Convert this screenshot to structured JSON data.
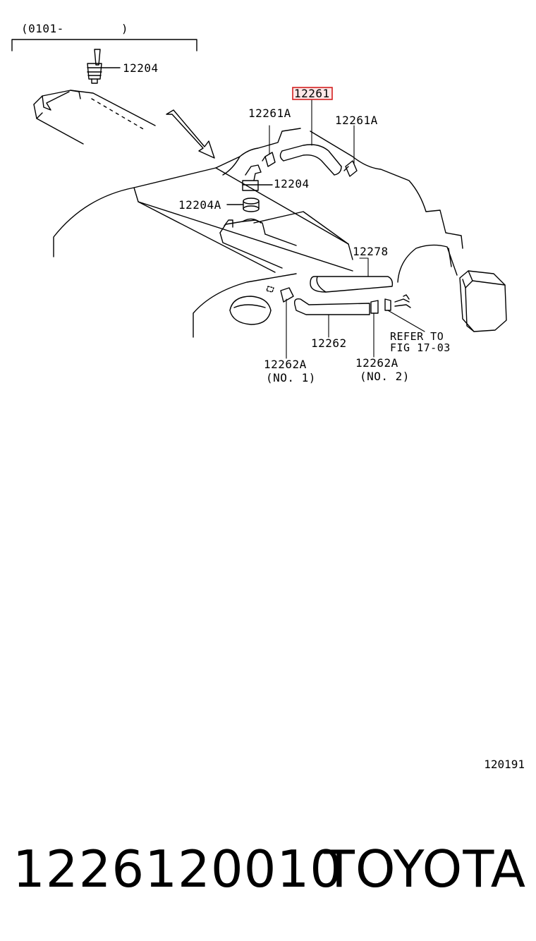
{
  "diagram": {
    "date_range": "(0101-        )",
    "labels": {
      "p12204_top": "12204",
      "p12261": "12261",
      "p12261A_left": "12261A",
      "p12261A_right": "12261A",
      "p12204_mid": "12204",
      "p12204A": "12204A",
      "p12278": "12278",
      "p12262": "12262",
      "p12262A_1": "12262A",
      "p12262A_1_note": "(NO. 1)",
      "p12262A_2": "12262A",
      "p12262A_2_note": "(NO. 2)",
      "refer_line1": "REFER TO",
      "refer_line2": "FIG 17-03"
    },
    "highlight_color": "#d42020",
    "figure_code": "120191"
  },
  "footer": {
    "part_number": "1226120010",
    "brand": "TOYOTA"
  }
}
